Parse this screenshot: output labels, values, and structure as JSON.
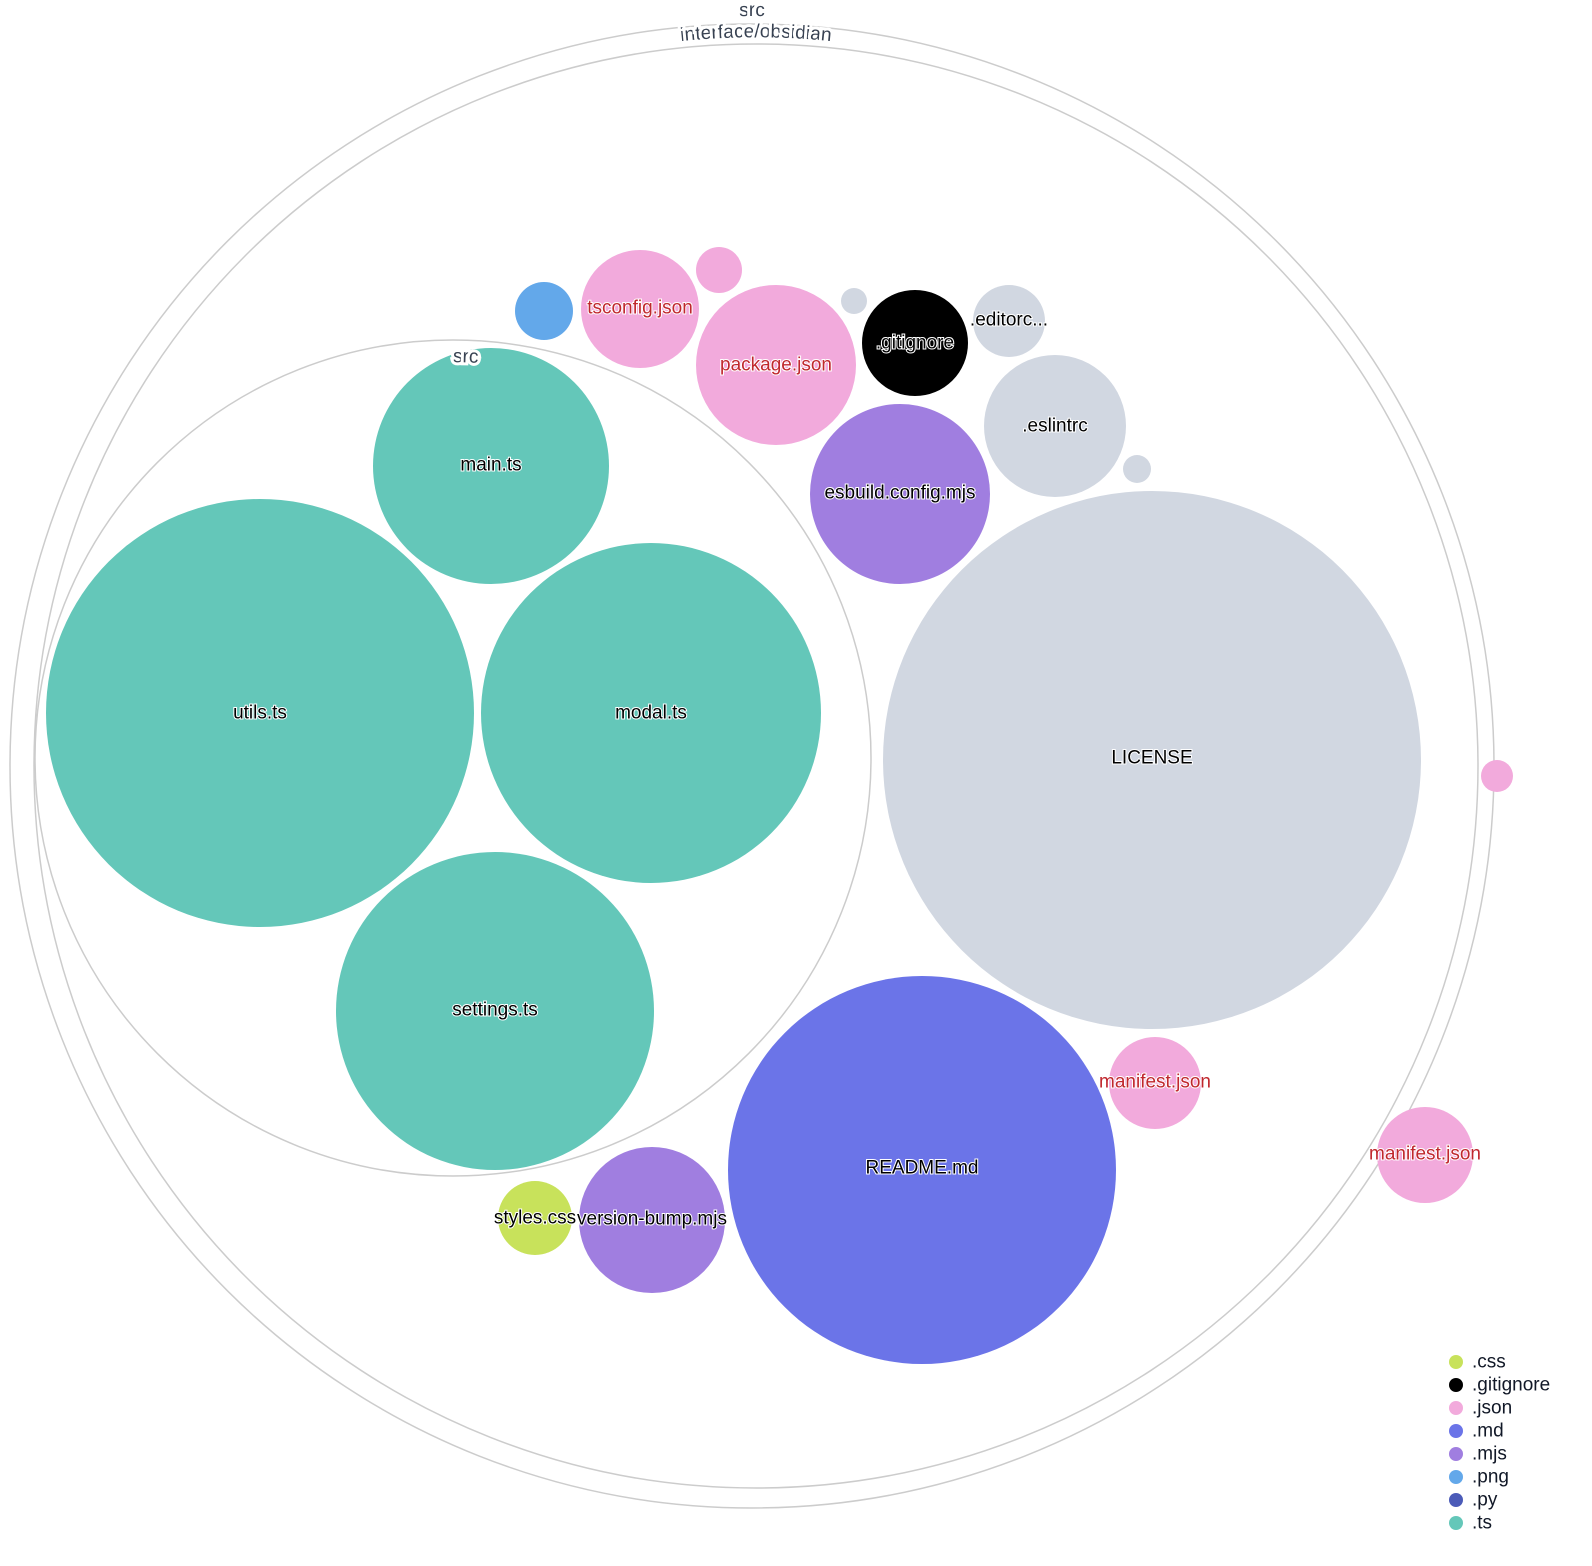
{
  "colors": {
    ".css": "#c8e25b",
    ".gitignore": "#000000",
    ".json": "#f2aadc",
    ".md": "#6b74e8",
    ".mjs": "#a07ee0",
    ".png": "#63a8ea",
    ".py": "#4b5bb8",
    ".ts": "#64c7b9",
    "other": "#d1d7e1",
    "folder_ring": "#cccccc",
    "json_label": "#c0272d"
  },
  "folders": [
    {
      "id": "root",
      "label": "src"
    },
    {
      "id": "obsidian",
      "label": "interface/obsidian"
    },
    {
      "id": "inner-src",
      "label": "src"
    }
  ],
  "files": [
    {
      "id": "utils",
      "label": "utils.ts",
      "ext": ".ts"
    },
    {
      "id": "modal",
      "label": "modal.ts",
      "ext": ".ts"
    },
    {
      "id": "main",
      "label": "main.ts",
      "ext": ".ts"
    },
    {
      "id": "settings",
      "label": "settings.ts",
      "ext": ".ts"
    },
    {
      "id": "license",
      "label": "LICENSE",
      "ext": "other"
    },
    {
      "id": "readme",
      "label": "README.md",
      "ext": ".md"
    },
    {
      "id": "esbuild",
      "label": "esbuild.config.mjs",
      "ext": ".mjs"
    },
    {
      "id": "eslintrc",
      "label": ".eslintrc",
      "ext": "other"
    },
    {
      "id": "gitignore",
      "label": ".gitignore",
      "ext": ".gitignore"
    },
    {
      "id": "package",
      "label": "package.json",
      "ext": ".json"
    },
    {
      "id": "tsconfig",
      "label": "tsconfig.json",
      "ext": ".json"
    },
    {
      "id": "editorconfig",
      "label": ".editorc...",
      "ext": "other"
    },
    {
      "id": "png",
      "label": "",
      "ext": ".png"
    },
    {
      "id": "small-json",
      "label": "",
      "ext": ".json"
    },
    {
      "id": "tiny-grey-1",
      "label": "",
      "ext": "other"
    },
    {
      "id": "tiny-grey-2",
      "label": "",
      "ext": "other"
    },
    {
      "id": "manifest-1",
      "label": "manifest.json",
      "ext": ".json"
    },
    {
      "id": "styles",
      "label": "styles.css",
      "ext": ".css"
    },
    {
      "id": "version-bump",
      "label": "version-bump.mjs",
      "ext": ".mjs"
    },
    {
      "id": "manifest-2",
      "label": "manifest.json",
      "ext": ".json"
    },
    {
      "id": "outer-json",
      "label": "",
      "ext": ".json"
    }
  ],
  "legend": [
    {
      "label": ".css",
      "key": ".css"
    },
    {
      "label": ".gitignore",
      "key": ".gitignore"
    },
    {
      "label": ".json",
      "key": ".json"
    },
    {
      "label": ".md",
      "key": ".md"
    },
    {
      "label": ".mjs",
      "key": ".mjs"
    },
    {
      "label": ".png",
      "key": ".png"
    },
    {
      "label": ".py",
      "key": ".py"
    },
    {
      "label": ".ts",
      "key": ".ts"
    }
  ]
}
